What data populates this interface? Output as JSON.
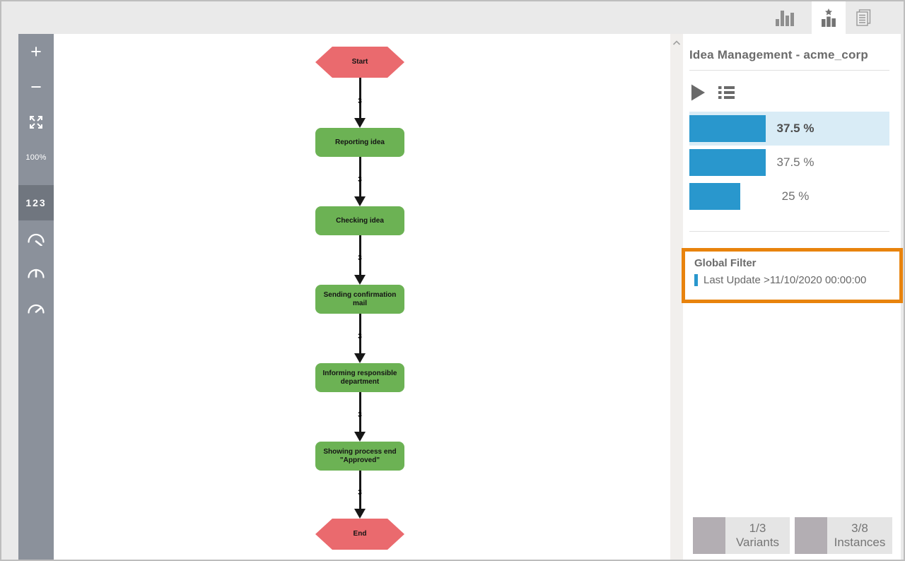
{
  "colors": {
    "accent_blue": "#2997cd",
    "highlight_blue": "#d9ecf6",
    "node_green": "#6cb254",
    "node_red": "#ea6a6e",
    "filter_orange": "#e8830d"
  },
  "topbar": {
    "tabs": [
      {
        "name": "tab-frequency-chart",
        "icon": "bar-chart-icon",
        "active": false
      },
      {
        "name": "tab-variants",
        "icon": "star-bars-icon",
        "active": true
      },
      {
        "name": "tab-log",
        "icon": "documents-icon",
        "active": false
      }
    ]
  },
  "toolbar": {
    "zoom_in_label": "+",
    "zoom_out_label": "−",
    "fit_icon": "fit-screen-icon",
    "zoom_level": "100%",
    "numbers_label": "123",
    "gauge_icons": [
      "gauge-slow-icon",
      "gauge-medium-icon",
      "gauge-fast-icon"
    ]
  },
  "diagram": {
    "nodes": [
      {
        "label": "Start",
        "type": "start"
      },
      {
        "label": "Reporting idea",
        "type": "activity"
      },
      {
        "label": "Checking idea",
        "type": "activity"
      },
      {
        "label": "Sending confirmation mail",
        "type": "activity"
      },
      {
        "label": "Informing responsible department",
        "type": "activity"
      },
      {
        "label": "Showing process end \"Approved\"",
        "type": "activity"
      },
      {
        "label": "End",
        "type": "end"
      }
    ],
    "edges": [
      {
        "label": "3"
      },
      {
        "label": "3"
      },
      {
        "label": "3"
      },
      {
        "label": "3"
      },
      {
        "label": "3"
      },
      {
        "label": "3"
      }
    ]
  },
  "panel": {
    "title": "Idea Management - acme_corp",
    "icons": [
      "play-icon",
      "variant-list-icon"
    ],
    "variants": [
      {
        "percent_label": "37.5 %",
        "value": 37.5,
        "selected": true
      },
      {
        "percent_label": "37.5 %",
        "value": 37.5,
        "selected": false
      },
      {
        "percent_label": "25 %",
        "value": 25,
        "selected": false
      }
    ],
    "global_filter": {
      "heading": "Global Filter",
      "items": [
        {
          "label": "Last Update >11/10/2020 00:00:00"
        }
      ]
    },
    "footer": [
      {
        "count": "1/3",
        "label": "Variants"
      },
      {
        "count": "3/8",
        "label": "Instances"
      }
    ]
  }
}
